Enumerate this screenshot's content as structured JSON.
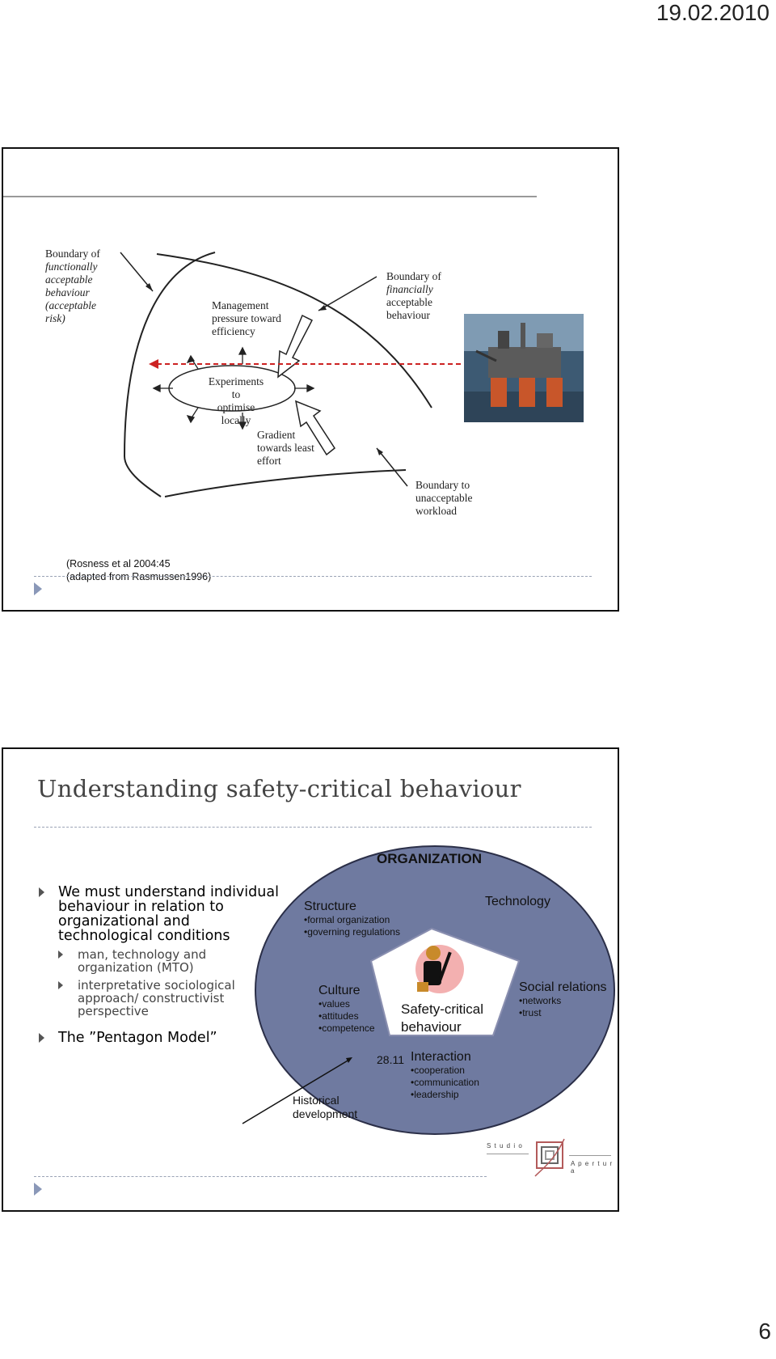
{
  "page": {
    "date": "19.02.2010",
    "number": "6"
  },
  "slide1": {
    "labels": {
      "functional": [
        "Boundary of",
        "functionally",
        "acceptable",
        "behaviour",
        "(acceptable",
        "risk)"
      ],
      "management": [
        "Management",
        "pressure toward",
        "efficiency"
      ],
      "financial": [
        "Boundary of",
        "financially",
        "acceptable",
        "behaviour"
      ],
      "experiments": [
        "Experiments to",
        "optimise locally"
      ],
      "gradient": [
        "Gradient",
        "towards least",
        "effort"
      ],
      "workload": [
        "Boundary to",
        "unacceptable",
        "workload"
      ]
    },
    "citation": [
      "(Rosness et al 2004:45",
      "(adapted from Rasmussen1996)"
    ]
  },
  "slide2": {
    "title": "Understanding safety-critical behaviour",
    "bullets": [
      {
        "text": "We must understand individual behaviour in relation to organizational and technological conditions",
        "sub": [
          "man, technology and organization (MTO)",
          "interpretative sociological approach/ constructivist perspective"
        ]
      },
      {
        "text": "The ”Pentagon Model”",
        "sub": []
      }
    ],
    "pentagon": {
      "organization": "ORGANIZATION",
      "technology": "Technology",
      "structure": {
        "title": "Structure",
        "items": [
          "•formal organization",
          "•governing regulations"
        ]
      },
      "culture": {
        "title": "Culture",
        "items": [
          "•values",
          "•attitudes",
          "•competence"
        ]
      },
      "social": {
        "title": "Social relations",
        "items": [
          "•networks",
          "•trust"
        ]
      },
      "interaction": {
        "title": "Interaction",
        "items": [
          "•cooperation",
          "•communication",
          "•leadership"
        ]
      },
      "center": [
        "Safety-critical",
        "behaviour"
      ],
      "date_label": "28.11",
      "historical": [
        "Historical",
        "development"
      ]
    },
    "logo": {
      "top": "S t u d i o",
      "bottom": "A p e r t u r a"
    }
  },
  "colors": {
    "ellipse": "#6f7aa0",
    "pentagon_stroke": "#8a8fb0",
    "accent_dash": "#cc2222",
    "bullet_arrow": "#8a98b8"
  }
}
